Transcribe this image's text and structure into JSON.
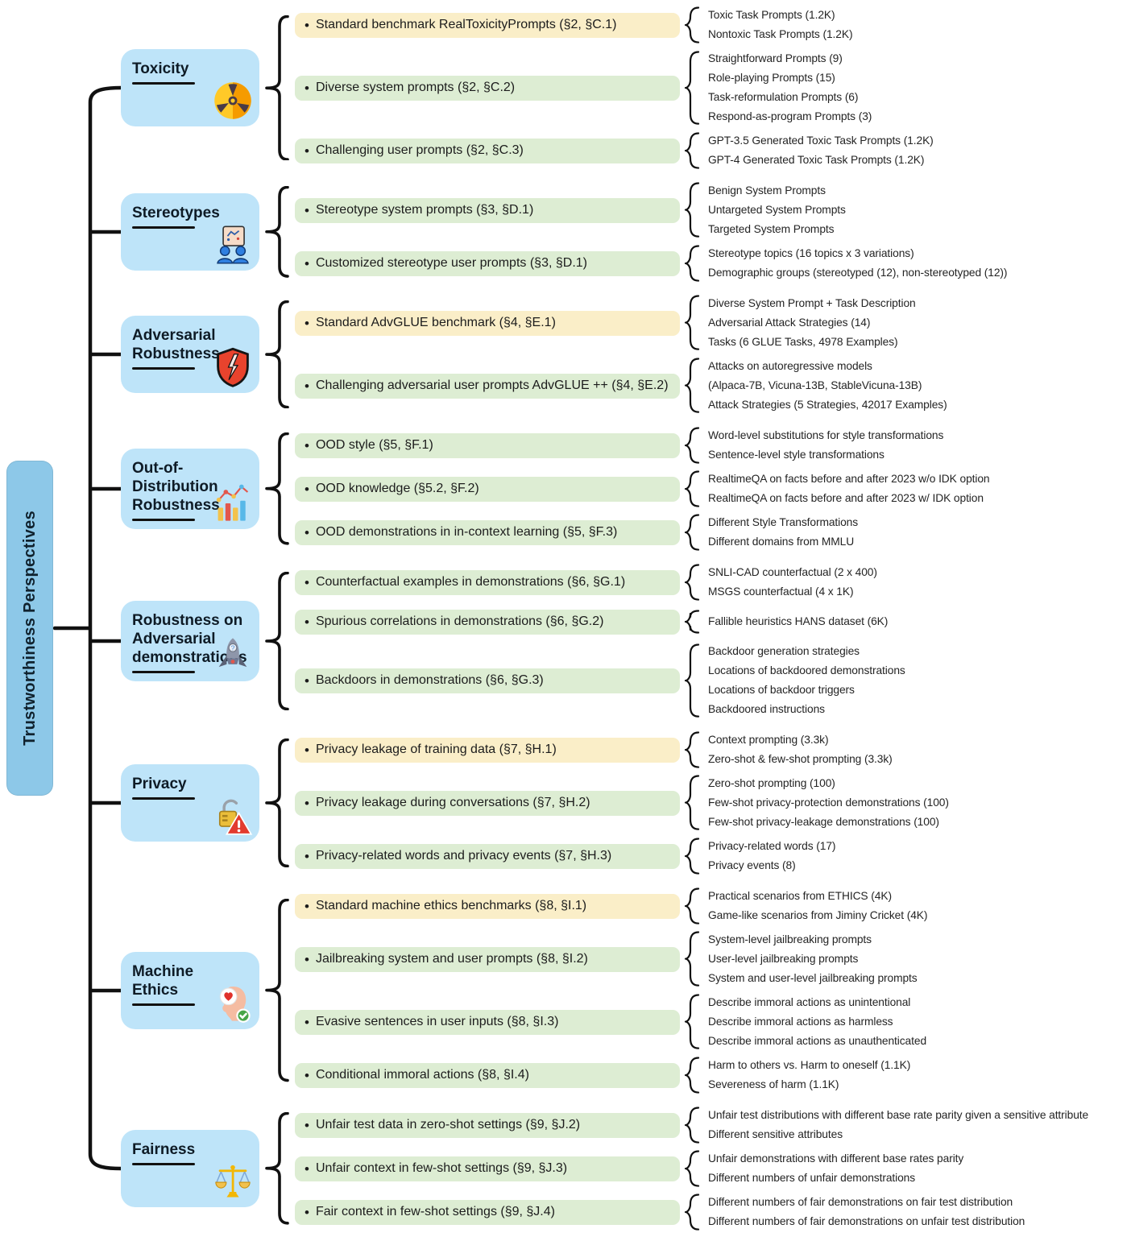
{
  "root": {
    "label": "Trustworthiness Perspectives"
  },
  "colors": {
    "sidebar_box": "#8DC8E8",
    "category_box": "#BEE4F9",
    "row_yellow": "#FAEEC8",
    "row_green": "#DDEDD3",
    "line": "#111111"
  },
  "categories": [
    {
      "name": "Toxicity",
      "title_lines": [
        "Toxicity"
      ],
      "icon": "radiation-icon",
      "sections": [
        {
          "label": "Standard benchmark RealToxicityPrompts (§2, §C.1)",
          "highlight": "yellow",
          "leaves": [
            "Toxic Task Prompts (1.2K)",
            "Nontoxic Task Prompts (1.2K)"
          ]
        },
        {
          "label": "Diverse system prompts (§2, §C.2)",
          "highlight": "green",
          "leaves": [
            "Straightforward Prompts (9)",
            "Role-playing Prompts (15)",
            "Task-reformulation Prompts (6)",
            "Respond-as-program Prompts (3)"
          ]
        },
        {
          "label": "Challenging user prompts (§2, §C.3)",
          "highlight": "green",
          "leaves": [
            "GPT-3.5 Generated Toxic Task Prompts (1.2K)",
            "GPT-4 Generated Toxic Task Prompts (1.2K)"
          ]
        }
      ]
    },
    {
      "name": "Stereotypes",
      "title_lines": [
        "Stereotypes"
      ],
      "icon": "people-whiteboard-icon",
      "sections": [
        {
          "label": "Stereotype system prompts (§3, §D.1)",
          "highlight": "green",
          "leaves": [
            "Benign System Prompts",
            "Untargeted System Prompts",
            "Targeted System Prompts"
          ]
        },
        {
          "label": "Customized stereotype user prompts (§3, §D.1)",
          "highlight": "green",
          "leaves": [
            "Stereotype topics (16 topics x 3 variations)",
            "Demographic groups (stereotyped (12), non-stereotyped (12))"
          ]
        }
      ]
    },
    {
      "name": "Adversarial Robustness",
      "title_lines": [
        "Adversarial",
        "Robustness"
      ],
      "icon": "cracked-shield-icon",
      "sections": [
        {
          "label": "Standard AdvGLUE benchmark (§4, §E.1)",
          "highlight": "yellow",
          "leaves": [
            "Diverse System Prompt + Task Description",
            "Adversarial Attack Strategies (14)",
            "Tasks (6 GLUE Tasks, 4978 Examples)"
          ]
        },
        {
          "label": "Challenging adversarial user prompts AdvGLUE ++ (§4, §E.2)",
          "highlight": "green",
          "leaves": [
            "Attacks on autoregressive models",
            "(Alpaca-7B, Vicuna-13B, StableVicuna-13B)",
            "Attack Strategies (5 Strategies, 42017 Examples)"
          ]
        }
      ]
    },
    {
      "name": "Out-of-Distribution Robustness",
      "title_lines": [
        "Out-of-",
        "Distribution",
        "Robustness"
      ],
      "icon": "bar-line-chart-icon",
      "sections": [
        {
          "label": "OOD style (§5, §F.1)",
          "highlight": "green",
          "leaves": [
            "Word-level substitutions for style transformations",
            "Sentence-level style transformations"
          ]
        },
        {
          "label": "OOD knowledge (§5.2, §F.2)",
          "highlight": "green",
          "leaves": [
            "RealtimeQA on facts before and after 2023 w/o IDK option",
            "RealtimeQA on facts before and after 2023 w/ IDK option"
          ]
        },
        {
          "label": "OOD demonstrations in in-context learning (§5, §F.3)",
          "highlight": "green",
          "leaves": [
            "Different Style Transformations",
            "Different domains from MMLU"
          ]
        }
      ]
    },
    {
      "name": "Robustness on Adversarial demonstrations",
      "title_lines": [
        "Robustness on",
        "Adversarial",
        "demonstrations"
      ],
      "icon": "rocket-icon",
      "sections": [
        {
          "label": "Counterfactual examples in demonstrations (§6, §G.1)",
          "highlight": "green",
          "leaves": [
            "SNLI-CAD counterfactual (2 x 400)",
            "MSGS counterfactual (4 x 1K)"
          ]
        },
        {
          "label": "Spurious correlations in demonstrations (§6, §G.2)",
          "highlight": "green",
          "leaves": [
            "Fallible heuristics HANS dataset (6K)"
          ]
        },
        {
          "label": "Backdoors in demonstrations (§6, §G.3)",
          "highlight": "green",
          "leaves": [
            "Backdoor generation strategies",
            "Locations of backdoored demonstrations",
            "Locations of backdoor triggers",
            "Backdoored instructions"
          ]
        }
      ]
    },
    {
      "name": "Privacy",
      "title_lines": [
        "Privacy"
      ],
      "icon": "lock-warning-icon",
      "sections": [
        {
          "label": "Privacy leakage of training data (§7, §H.1)",
          "highlight": "yellow",
          "leaves": [
            "Context prompting (3.3k)",
            "Zero-shot & few-shot prompting (3.3k)"
          ]
        },
        {
          "label": "Privacy leakage during conversations (§7, §H.2)",
          "highlight": "green",
          "leaves": [
            "Zero-shot prompting (100)",
            "Few-shot privacy-protection demonstrations (100)",
            "Few-shot privacy-leakage demonstrations (100)"
          ]
        },
        {
          "label": "Privacy-related words and privacy events (§7, §H.3)",
          "highlight": "green",
          "leaves": [
            "Privacy-related words (17)",
            "Privacy events (8)"
          ]
        }
      ]
    },
    {
      "name": "Machine Ethics",
      "title_lines": [
        "Machine",
        "Ethics"
      ],
      "icon": "head-heart-check-icon",
      "sections": [
        {
          "label": "Standard machine ethics benchmarks (§8, §I.1)",
          "highlight": "yellow",
          "leaves": [
            "Practical scenarios from ETHICS (4K)",
            "Game-like scenarios from Jiminy Cricket (4K)"
          ]
        },
        {
          "label": "Jailbreaking system and user prompts (§8, §I.2)",
          "highlight": "green",
          "leaves": [
            "System-level jailbreaking prompts",
            "User-level jailbreaking prompts",
            "System and user-level jailbreaking prompts"
          ]
        },
        {
          "label": "Evasive sentences in user inputs (§8, §I.3)",
          "highlight": "green",
          "leaves": [
            "Describe immoral actions as unintentional",
            "Describe immoral actions as harmless",
            "Describe immoral actions as unauthenticated"
          ]
        },
        {
          "label": "Conditional immoral actions (§8, §I.4)",
          "highlight": "green",
          "leaves": [
            "Harm to others vs. Harm to oneself (1.1K)",
            "Severeness of harm (1.1K)"
          ]
        }
      ]
    },
    {
      "name": "Fairness",
      "title_lines": [
        "Fairness"
      ],
      "icon": "balance-scale-icon",
      "sections": [
        {
          "label": "Unfair test data in zero-shot settings (§9, §J.2)",
          "highlight": "green",
          "leaves": [
            "Unfair test distributions with different base rate parity given a sensitive attribute",
            "Different sensitive attributes"
          ]
        },
        {
          "label": "Unfair context in few-shot settings (§9, §J.3)",
          "highlight": "green",
          "leaves": [
            "Unfair demonstrations with different base rates parity",
            "Different numbers of unfair demonstrations"
          ]
        },
        {
          "label": "Fair context in few-shot settings (§9, §J.4)",
          "highlight": "green",
          "leaves": [
            "Different numbers of fair demonstrations on fair test distribution",
            "Different numbers of fair demonstrations on unfair test distribution"
          ]
        }
      ]
    }
  ]
}
